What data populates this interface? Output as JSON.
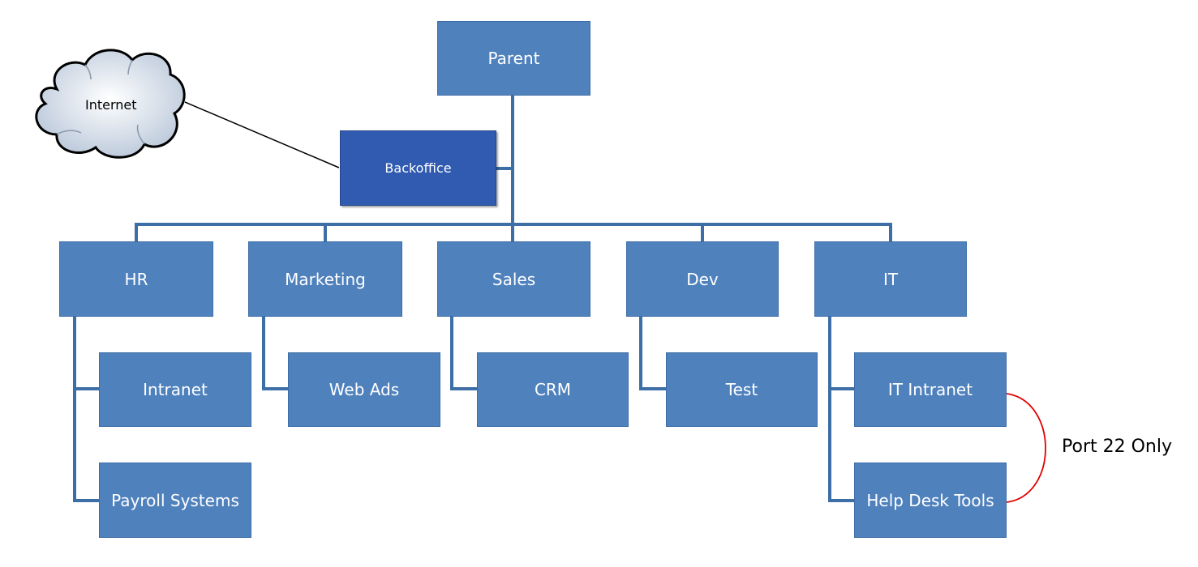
{
  "colors": {
    "box": "#4f81bd",
    "backoffice": "#305bb0",
    "connector": "#3d6ea6",
    "special_link": "#e00000",
    "internet_link": "#000000"
  },
  "nodes": {
    "parent": "Parent",
    "backoffice": "Backoffice",
    "internet": "Internet",
    "hr": "HR",
    "marketing": "Marketing",
    "sales": "Sales",
    "dev": "Dev",
    "it": "IT",
    "intranet": "Intranet",
    "payroll": "Payroll Systems",
    "web_ads": "Web Ads",
    "crm": "CRM",
    "test": "Test",
    "it_intranet": "IT Intranet",
    "help_desk": "Help Desk Tools"
  },
  "annotations": {
    "port_rule": "Port 22 Only"
  },
  "icons": {
    "internet": "cloud-icon"
  }
}
